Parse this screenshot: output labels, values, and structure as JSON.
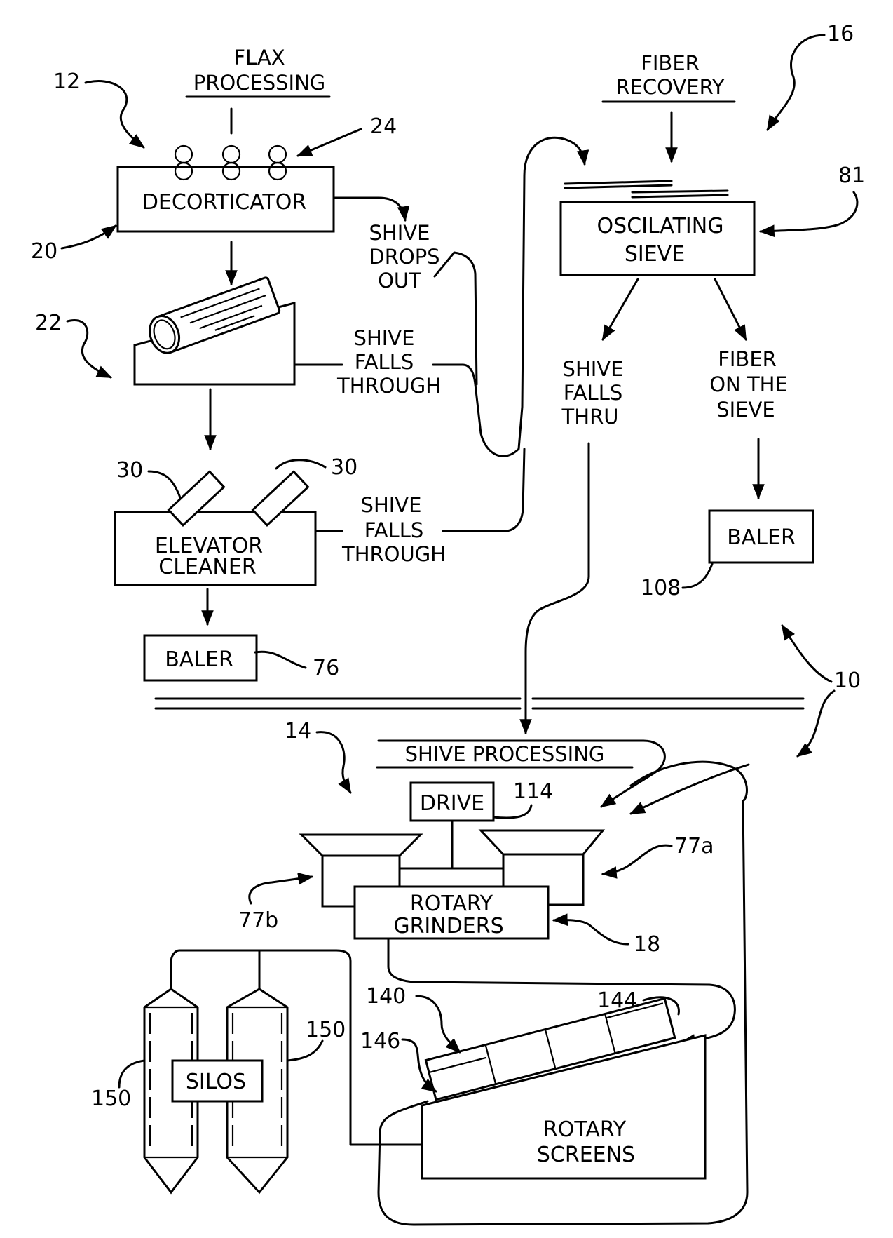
{
  "headings": {
    "flax": [
      "FLAX",
      "PROCESSING"
    ],
    "fiber": [
      "FIBER",
      "RECOVERY"
    ],
    "shive": "SHIVE  PROCESSING"
  },
  "boxes": {
    "decorticator": "DECORTICATOR",
    "oscillating_sieve": [
      "OSCILATING",
      "SIEVE"
    ],
    "elevator_cleaner": [
      "ELEVATOR",
      "CLEANER"
    ],
    "baler_left": "BALER",
    "baler_right": "BALER",
    "drive": "DRIVE",
    "rotary_grinders": [
      "ROTARY",
      "GRINDERS"
    ],
    "silos": "SILOS",
    "rotary_screens": [
      "ROTARY",
      "SCREENS"
    ]
  },
  "notes": {
    "shive_drops_out": [
      "SHIVE",
      "DROPS",
      "OUT"
    ],
    "shive_falls_through_1": [
      "SHIVE",
      "FALLS",
      "THROUGH"
    ],
    "shive_falls_through_2": [
      "SHIVE",
      "FALLS",
      "THROUGH"
    ],
    "shive_falls_thru": [
      "SHIVE",
      "FALLS",
      "THRU"
    ],
    "fiber_on_sieve": [
      "FIBER",
      "ON  THE",
      "SIEVE"
    ]
  },
  "refs": {
    "r12": "12",
    "r24": "24",
    "r20": "20",
    "r22": "22",
    "r30a": "30",
    "r30b": "30",
    "r76": "76",
    "r16": "16",
    "r81": "81",
    "r108": "108",
    "r10": "10",
    "r14": "14",
    "r114": "114",
    "r77a": "77a",
    "r77b": "77b",
    "r18": "18",
    "r140": "140",
    "r144": "144",
    "r146": "146",
    "r150a": "150",
    "r150b": "150"
  }
}
